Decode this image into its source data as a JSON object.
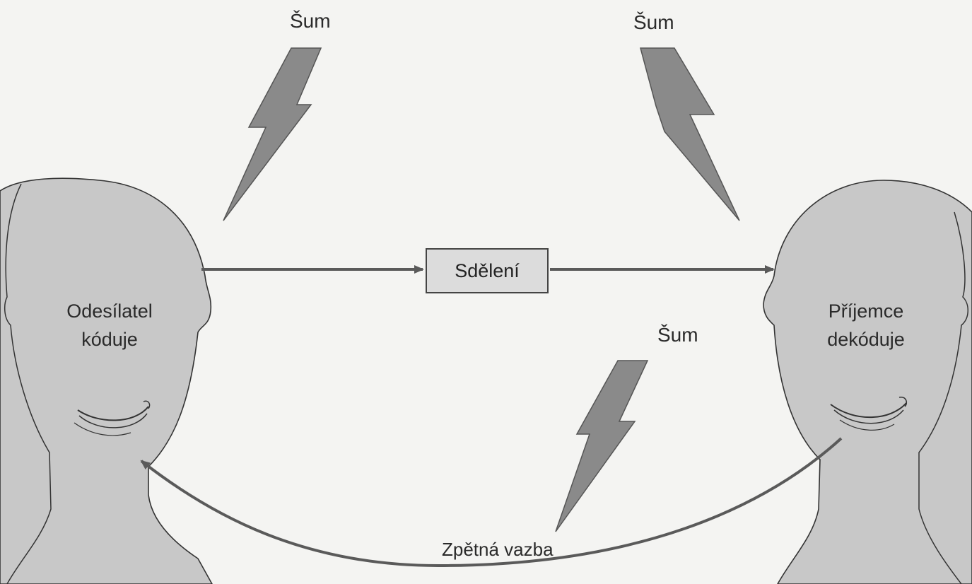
{
  "diagram": {
    "noise_labels": [
      "Šum",
      "Šum",
      "Šum"
    ],
    "sender": {
      "line1": "Odesílatel",
      "line2": "kóduje"
    },
    "receiver": {
      "line1": "Příjemce",
      "line2": "dekóduje"
    },
    "message": "Sdělení",
    "feedback": "Zpětná vazba"
  },
  "colors": {
    "background": "#f4f4f2",
    "head_fill": "#c8c8c8",
    "lightning": "#8a8a8a",
    "stroke": "#555555"
  },
  "icons": [
    "head-icon",
    "lightning-icon",
    "arrow-icon"
  ]
}
